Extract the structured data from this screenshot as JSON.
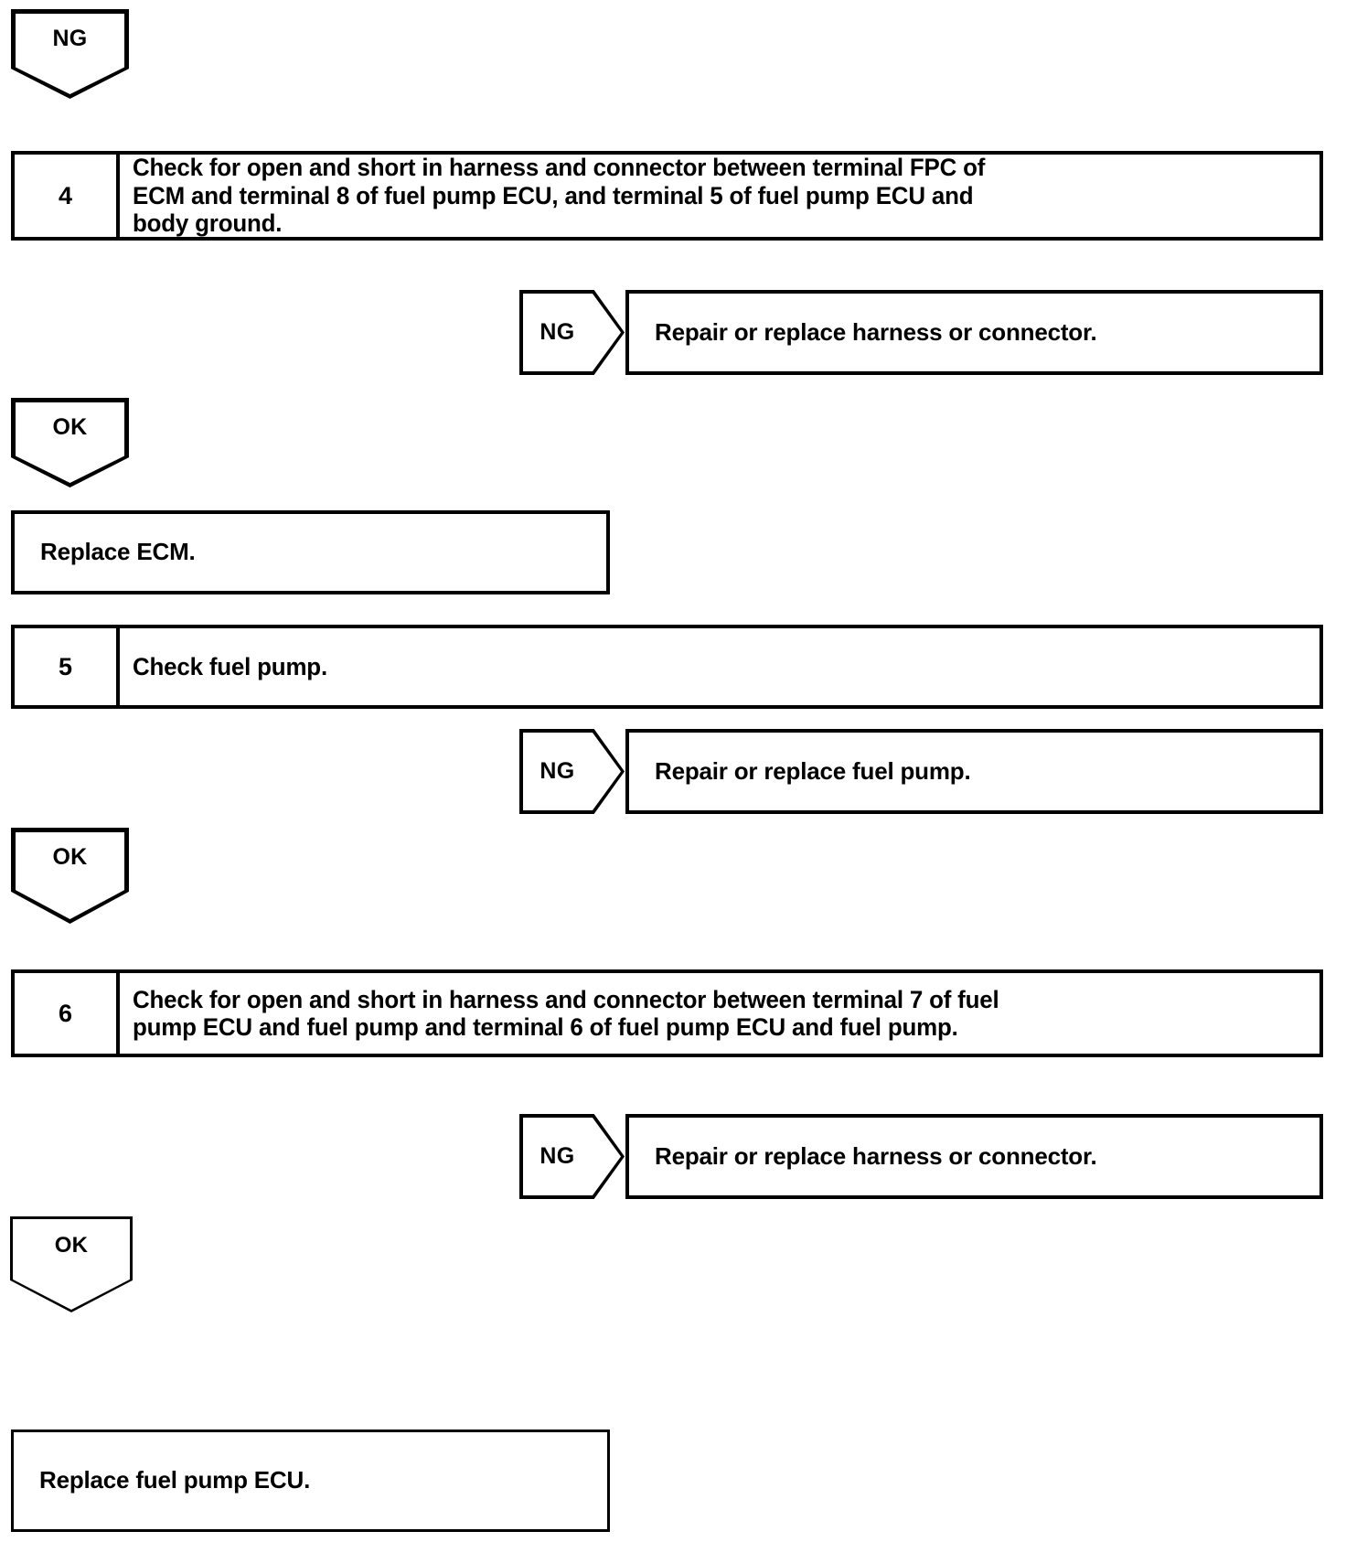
{
  "diagram": {
    "type": "troubleshooting-flowchart",
    "nodes": [
      {
        "id": "ng-top",
        "kind": "down-arrow",
        "label": "NG"
      },
      {
        "id": "step-4",
        "kind": "step-box",
        "number": "4",
        "text": "Check for open and short in harness and connector between terminal FPC of\nECM and terminal 8 of fuel pump ECU, and terminal 5 of fuel pump ECU and\nbody ground."
      },
      {
        "id": "ng-4",
        "kind": "right-arrow",
        "label": "NG",
        "target_text": "Repair or replace harness or connector."
      },
      {
        "id": "ok-4",
        "kind": "down-arrow",
        "label": "OK"
      },
      {
        "id": "replace-ecm",
        "kind": "plain-box",
        "text": "Replace ECM."
      },
      {
        "id": "step-5",
        "kind": "step-box",
        "number": "5",
        "text": "Check fuel pump."
      },
      {
        "id": "ng-5",
        "kind": "right-arrow",
        "label": "NG",
        "target_text": "Repair or replace fuel pump."
      },
      {
        "id": "ok-5",
        "kind": "down-arrow",
        "label": "OK"
      },
      {
        "id": "step-6",
        "kind": "step-box",
        "number": "6",
        "text": "Check for open and short in harness and connector between terminal 7 of fuel\npump ECU and fuel pump and terminal 6 of fuel pump ECU and fuel pump."
      },
      {
        "id": "ng-6",
        "kind": "right-arrow",
        "label": "NG",
        "target_text": "Repair or replace harness or connector."
      },
      {
        "id": "ok-6",
        "kind": "down-arrow",
        "label": "OK"
      },
      {
        "id": "replace-fuel-pump-ecu",
        "kind": "plain-box",
        "text": "Replace fuel pump ECU."
      }
    ]
  },
  "arrows": {
    "ng_top_label": "NG",
    "ok_4_label": "OK",
    "ok_5_label": "OK",
    "ok_6_label": "OK",
    "ng_4_label": "NG",
    "ng_5_label": "NG",
    "ng_6_label": "NG"
  },
  "steps": {
    "s4": {
      "number": "4",
      "text": "Check for open and short in harness and connector between terminal FPC of\nECM and terminal 8 of fuel pump ECU, and terminal 5 of fuel pump ECU and\nbody ground."
    },
    "s5": {
      "number": "5",
      "text": "Check fuel pump."
    },
    "s6": {
      "number": "6",
      "text": "Check for open and short in harness and connector between terminal 7 of fuel\npump ECU and fuel pump and terminal 6 of fuel pump ECU and fuel pump."
    }
  },
  "results": {
    "ng_4_action": "Repair or replace harness or connector.",
    "replace_ecm": "Replace ECM.",
    "ng_5_action": "Repair or replace fuel pump.",
    "ng_6_action": "Repair or replace harness or connector.",
    "replace_fuel_pump_ecu": "Replace fuel pump ECU."
  },
  "colors": {
    "stroke": "#000000",
    "fill": "#ffffff"
  }
}
